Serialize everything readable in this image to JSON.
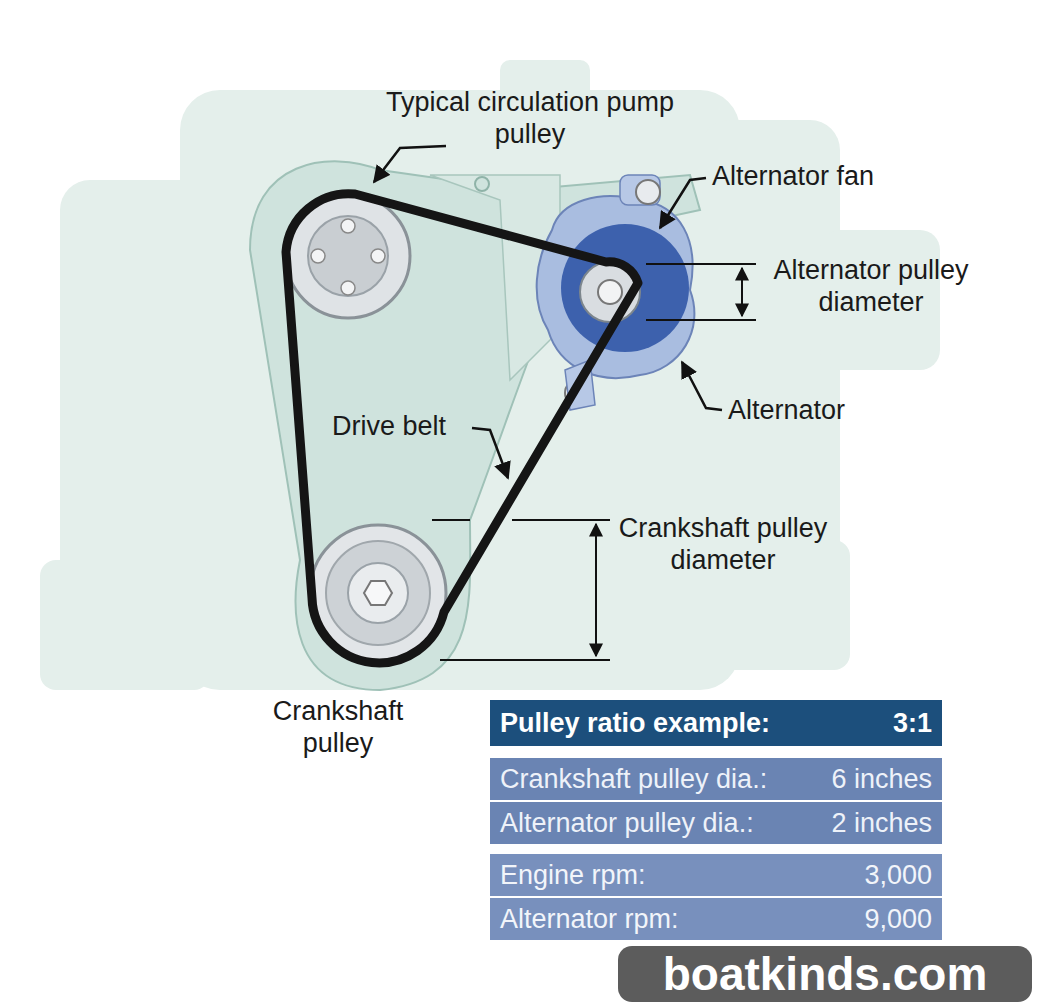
{
  "diagram": {
    "nodes": [
      {
        "text": [
          "Pulley ratio example:",
          "3:1"
        ]
      },
      {
        "text": [
          "Crankshaft pulley dia.:",
          "6 inches"
        ]
      },
      {
        "text": [
          "Alternator pulley dia.:",
          "2 inches"
        ]
      },
      {
        "text": [
          "Engine rpm:",
          "3,000"
        ]
      },
      {
        "text": [
          "Alternator rpm:",
          "9,000"
        ]
      },
      {
        "text": [
          "boatkinds.com"
        ]
      }
    ],
    "labels": [
      "Typical circulation pump pulley",
      "Alternator fan",
      "Alternator pulley diameter",
      "Alternator",
      "Drive belt",
      "Crankshaft pulley diameter",
      "Crankshaft pulley"
    ]
  }
}
